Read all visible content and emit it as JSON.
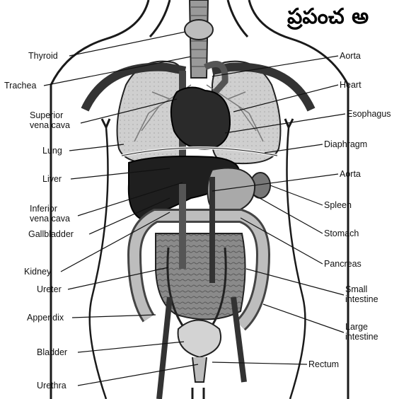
{
  "title_fragment": "ప్రపంచ అ",
  "labels_left": [
    {
      "key": "thyroid",
      "text": "Thyroid"
    },
    {
      "key": "trachea",
      "text": "Trachea"
    },
    {
      "key": "svc",
      "text": "Superior\nvena cava"
    },
    {
      "key": "lung",
      "text": "Lung"
    },
    {
      "key": "liver",
      "text": "Liver"
    },
    {
      "key": "ivc",
      "text": "Inferior\nvena cava"
    },
    {
      "key": "gallbladder",
      "text": "Gallbladder"
    },
    {
      "key": "kidney",
      "text": "Kidney"
    },
    {
      "key": "ureter",
      "text": "Ureter"
    },
    {
      "key": "appendix",
      "text": "Appendix"
    },
    {
      "key": "bladder",
      "text": "Bladder"
    },
    {
      "key": "urethra",
      "text": "Urethra"
    }
  ],
  "labels_right": [
    {
      "key": "aorta_top",
      "text": "Aorta"
    },
    {
      "key": "heart",
      "text": "Heart"
    },
    {
      "key": "esophagus",
      "text": "Esophagus"
    },
    {
      "key": "diaphragm",
      "text": "Diaphragm"
    },
    {
      "key": "aorta_mid",
      "text": "Aorta"
    },
    {
      "key": "spleen",
      "text": "Spleen"
    },
    {
      "key": "stomach",
      "text": "Stomach"
    },
    {
      "key": "pancreas",
      "text": "Pancreas"
    },
    {
      "key": "small_intestine",
      "text": "Small\nintestine"
    },
    {
      "key": "large_intestine",
      "text": "Large\nintestine"
    },
    {
      "key": "rectum",
      "text": "Rectum"
    }
  ]
}
